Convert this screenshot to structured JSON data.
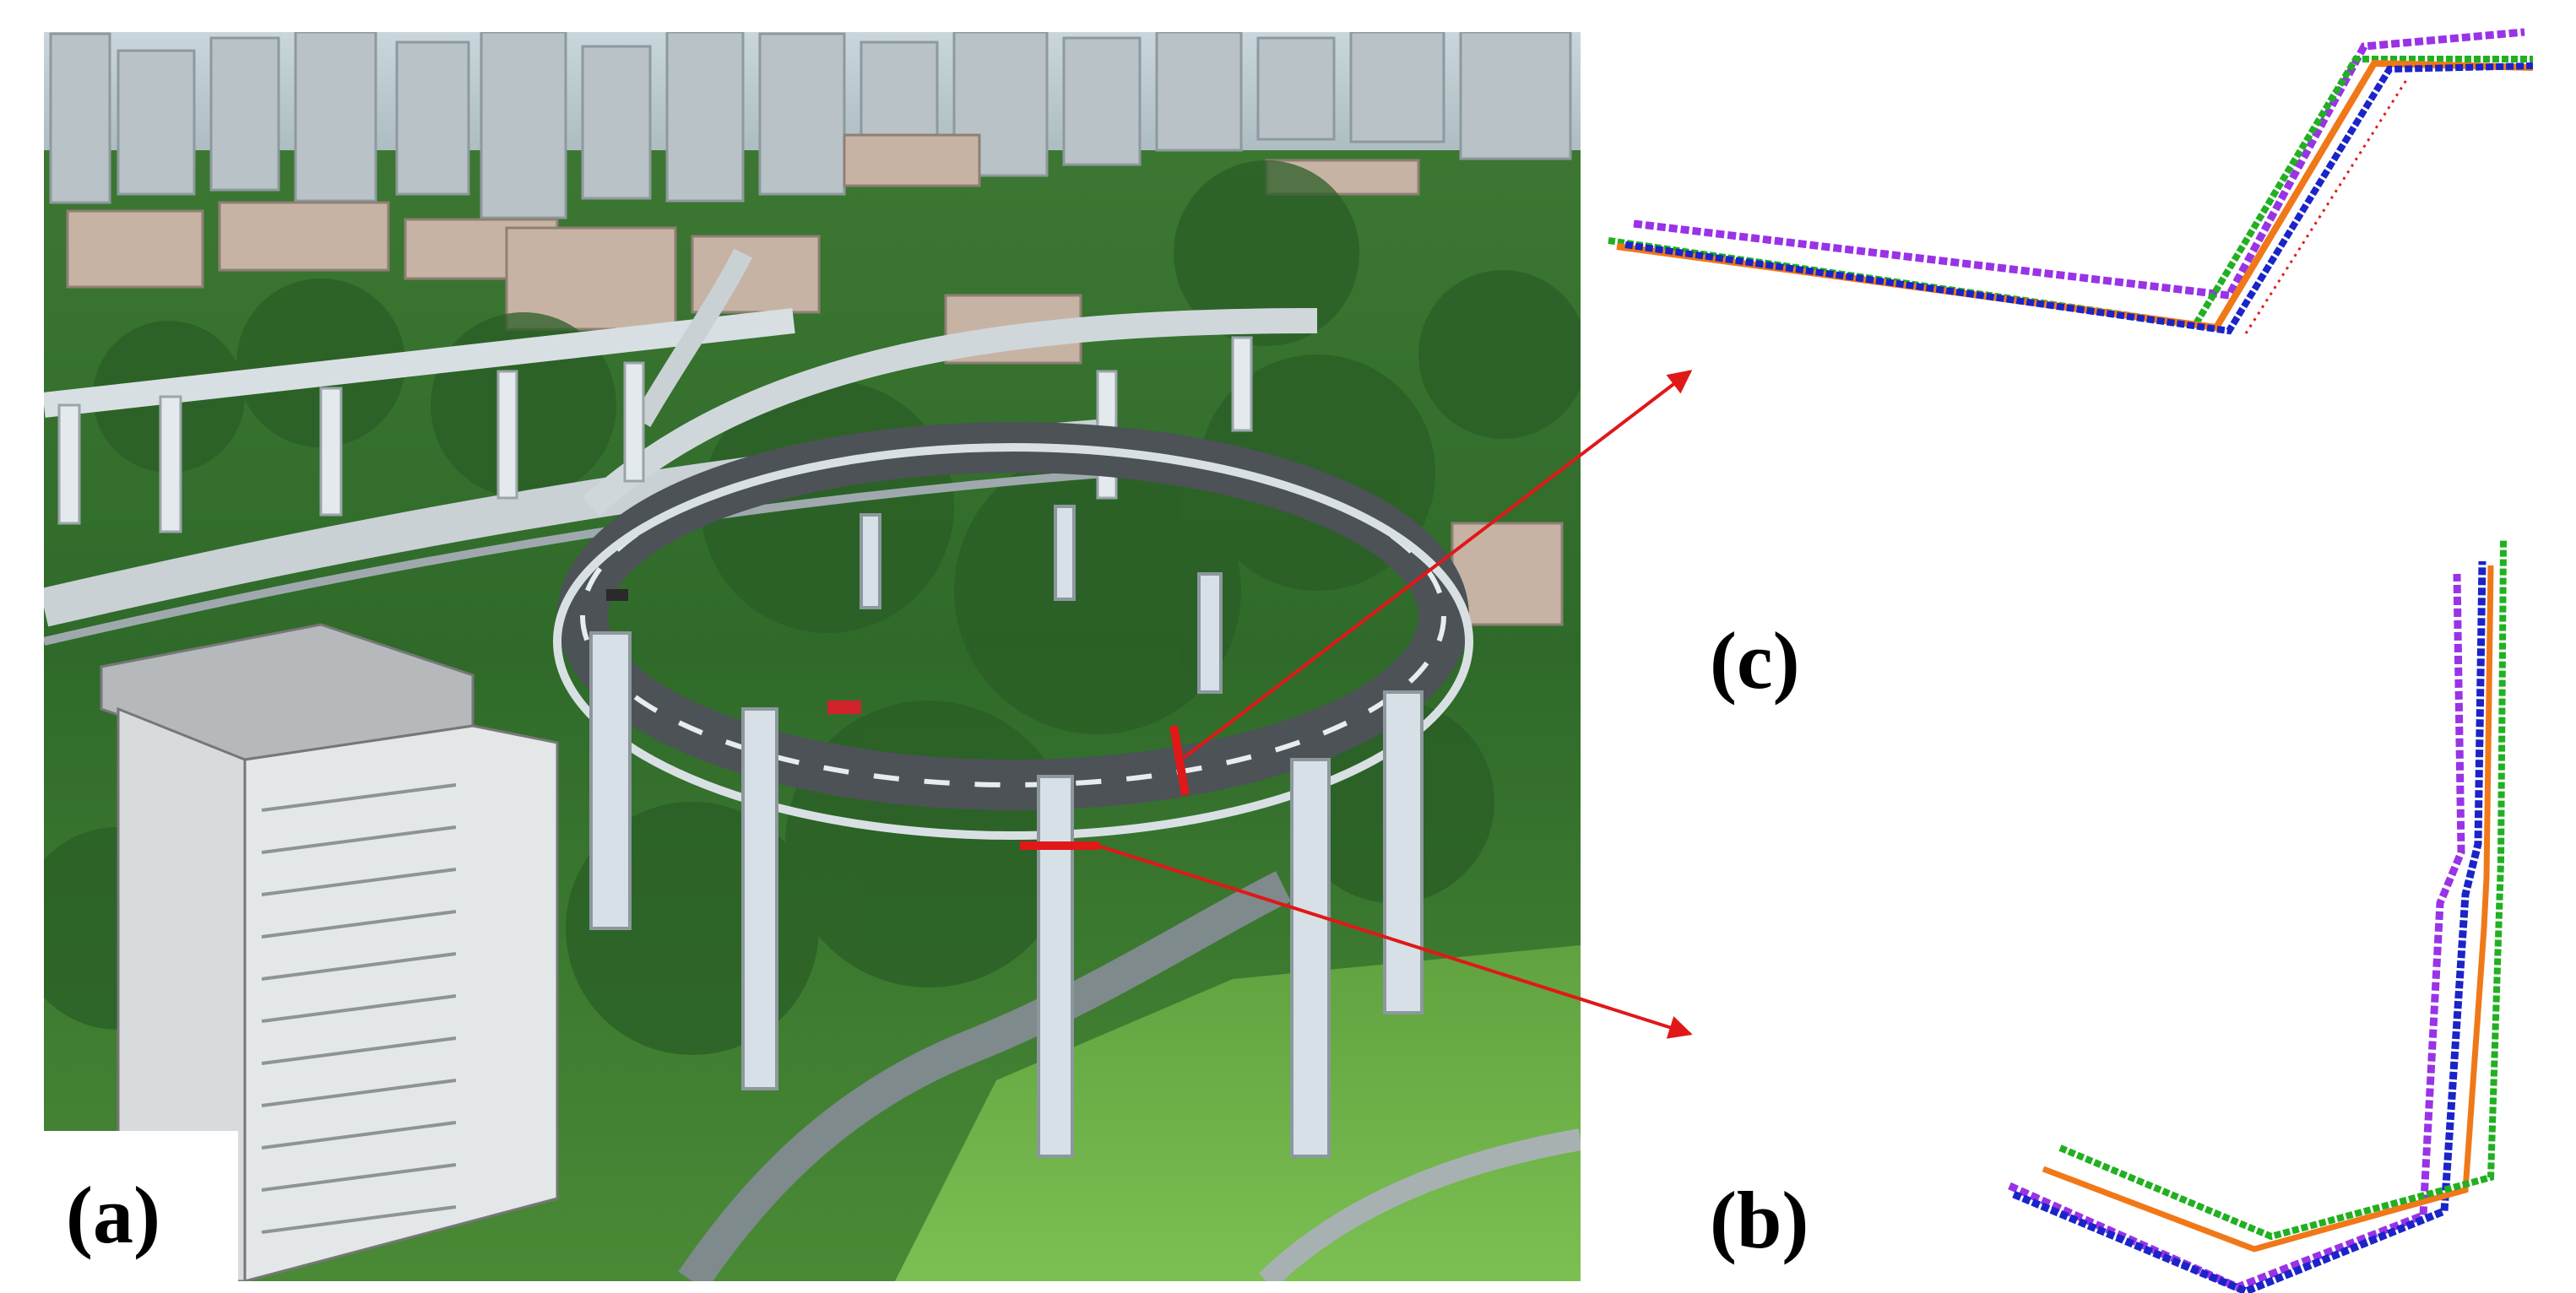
{
  "figure": {
    "panels": [
      {
        "id": "a",
        "label": "(a)",
        "kind": "aerial-photo-of-spiral-ramp-interchange"
      },
      {
        "id": "b",
        "label": "(b)",
        "kind": "point-cloud-cross-section"
      },
      {
        "id": "c",
        "label": "(c)",
        "kind": "point-cloud-cross-section"
      }
    ],
    "series_colors": {
      "purple": "#9a32e6",
      "green": "#20b020",
      "orange": "#f07818",
      "blue": "#1a24c8",
      "red": "#e21a1a"
    },
    "marker_color": "#e01818"
  }
}
